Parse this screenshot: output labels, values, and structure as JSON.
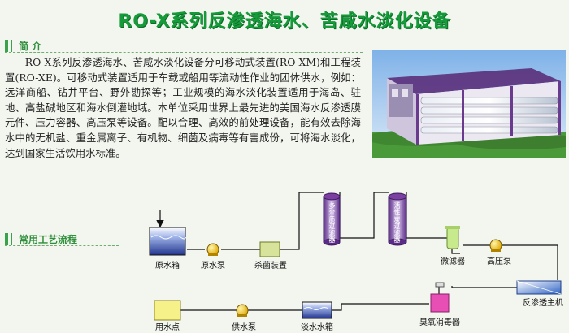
{
  "title": "RO-X系列反渗透海水、苦咸水淡化设备",
  "intro": {
    "heading": "简   介",
    "text": "RO-X系列反渗透海水、苦咸水淡化设备分可移动式装置(RO-XM)和工程装置(RO-XE)。可移动式装置适用于车载或船用等流动性作业的团体供水，例如：远洋商船、钻井平台、野外勘探等；工业规模的海水淡化装置适用于海岛、驻地、高盐碱地区和海水倒灌地域。本单位采用世界上最先进的美国海水反渗透膜元件、压力容器、高压泵等设备。配以合理、高效的前处理设备，能有效去除海水中的无机盐、重金属离子、有机物、细菌及病毒等有害成份，可将海水淡化，达到国家生活饮用水标准。"
  },
  "process": {
    "heading": "常用工艺流程",
    "nodes": {
      "raw_tank": "原水箱",
      "raw_pump": "原水泵",
      "sterilizer": "杀菌装置",
      "multi_filter": "多介质过滤器",
      "carbon_filter": "活性炭过滤器",
      "micro_filter": "微滤器",
      "hp_pump": "高压泵",
      "ro_unit": "反渗透主机",
      "ozone": "臭氧消毒器",
      "fresh_tank": "淡水水箱",
      "supply_pump": "供水泵",
      "use_point": "用水点"
    }
  },
  "colors": {
    "title": "#169b3b",
    "accent_green": "#3aa24a",
    "pipe": "#111111",
    "tank_blue": "#2b3f9e",
    "pump_yellow": "#f2c200",
    "filter_purple": "#7a3fa0",
    "micro_green": "#c6ea8c",
    "ozone_pink": "#e74fb5",
    "use_yellow": "#f7f189"
  }
}
